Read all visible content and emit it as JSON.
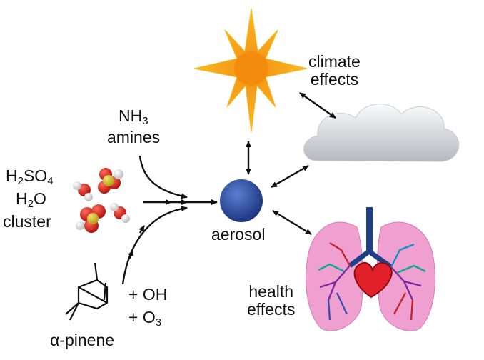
{
  "labels": {
    "climate_effects": [
      "climate",
      "effects"
    ],
    "nh3": {
      "base": "NH",
      "sub": "3"
    },
    "amines": "amines",
    "h2so4": {
      "a": "H",
      "a_sub": "2",
      "b": "SO",
      "b_sub": "4"
    },
    "h2o": {
      "a": "H",
      "a_sub": "2",
      "b": "O"
    },
    "cluster": "cluster",
    "aerosol": "aerosol",
    "oh": "+ OH",
    "o3": {
      "a": "+ O",
      "a_sub": "3"
    },
    "alpha_pinene": "α-pinene",
    "health_effects": [
      "health",
      "effects"
    ]
  },
  "icons": [
    "sun-icon",
    "cloud-icon",
    "lungs-icon",
    "heart-icon",
    "aerosol-particle-icon",
    "molecule-cluster-icon",
    "pinene-structure-icon"
  ],
  "colors": {
    "sun": "#f7b21b",
    "sun_core": "#f08a00",
    "cloud_light": "#f3f4f6",
    "cloud_dark": "#b9bcc2",
    "aerosol": "#2c4ea3",
    "lungs": "#ef9ccf",
    "trachea": "#1f3f86",
    "heart": "#e2202a",
    "sulfur": "#d4b624",
    "oxygen": "#d2231c",
    "hydrogen": "#f1f1f1"
  }
}
